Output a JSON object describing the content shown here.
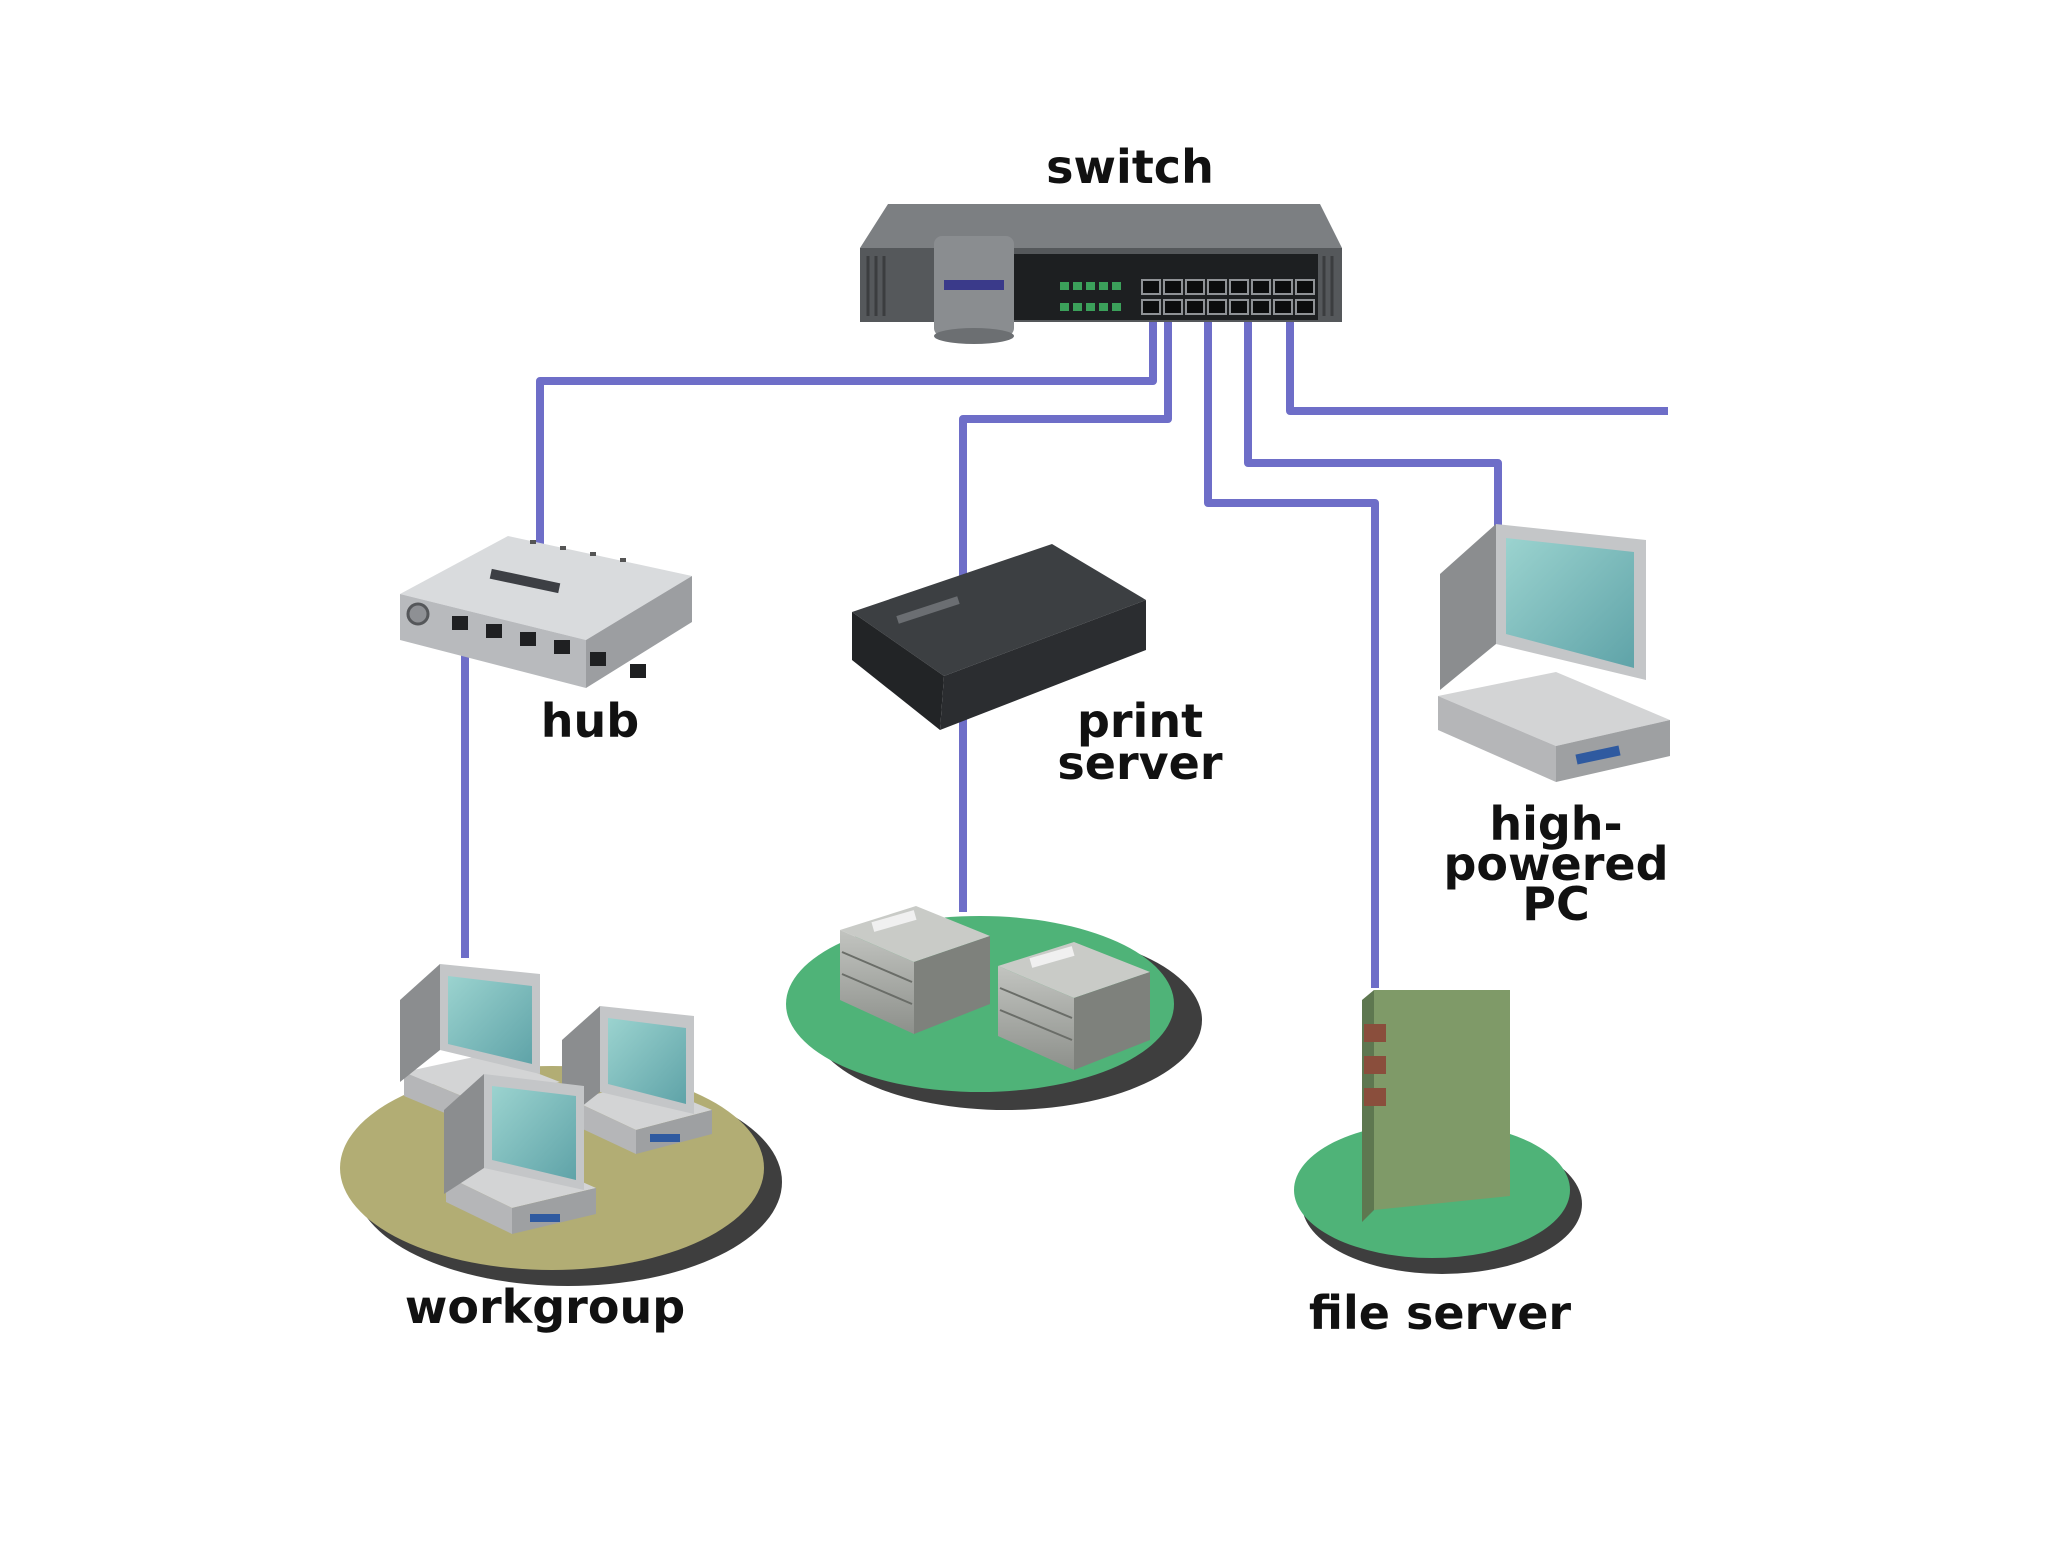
{
  "diagram": {
    "labels": {
      "switch": "switch",
      "hub": "hub",
      "print_server": [
        "print",
        "server"
      ],
      "high_powered_pc": [
        "high-",
        "powered",
        "PC"
      ],
      "workgroup": "workgroup",
      "file_server": "file server"
    },
    "colors": {
      "cable": "#6e6ec8",
      "switch_body": "#5a5d60",
      "hub_body": "#cfd1d3",
      "print_server_body": "#2e3032",
      "monitor_screen": "#7fc0c0",
      "pc_body": "#c9cacb",
      "workgroup_platform": "#b2ad74",
      "green_platform": "#4fb378",
      "file_server_body": "#7f9a68"
    },
    "icons": [
      "switch-icon",
      "hub-icon",
      "print-server-icon",
      "printer-icon",
      "desktop-pc-icon",
      "file-server-icon"
    ]
  }
}
